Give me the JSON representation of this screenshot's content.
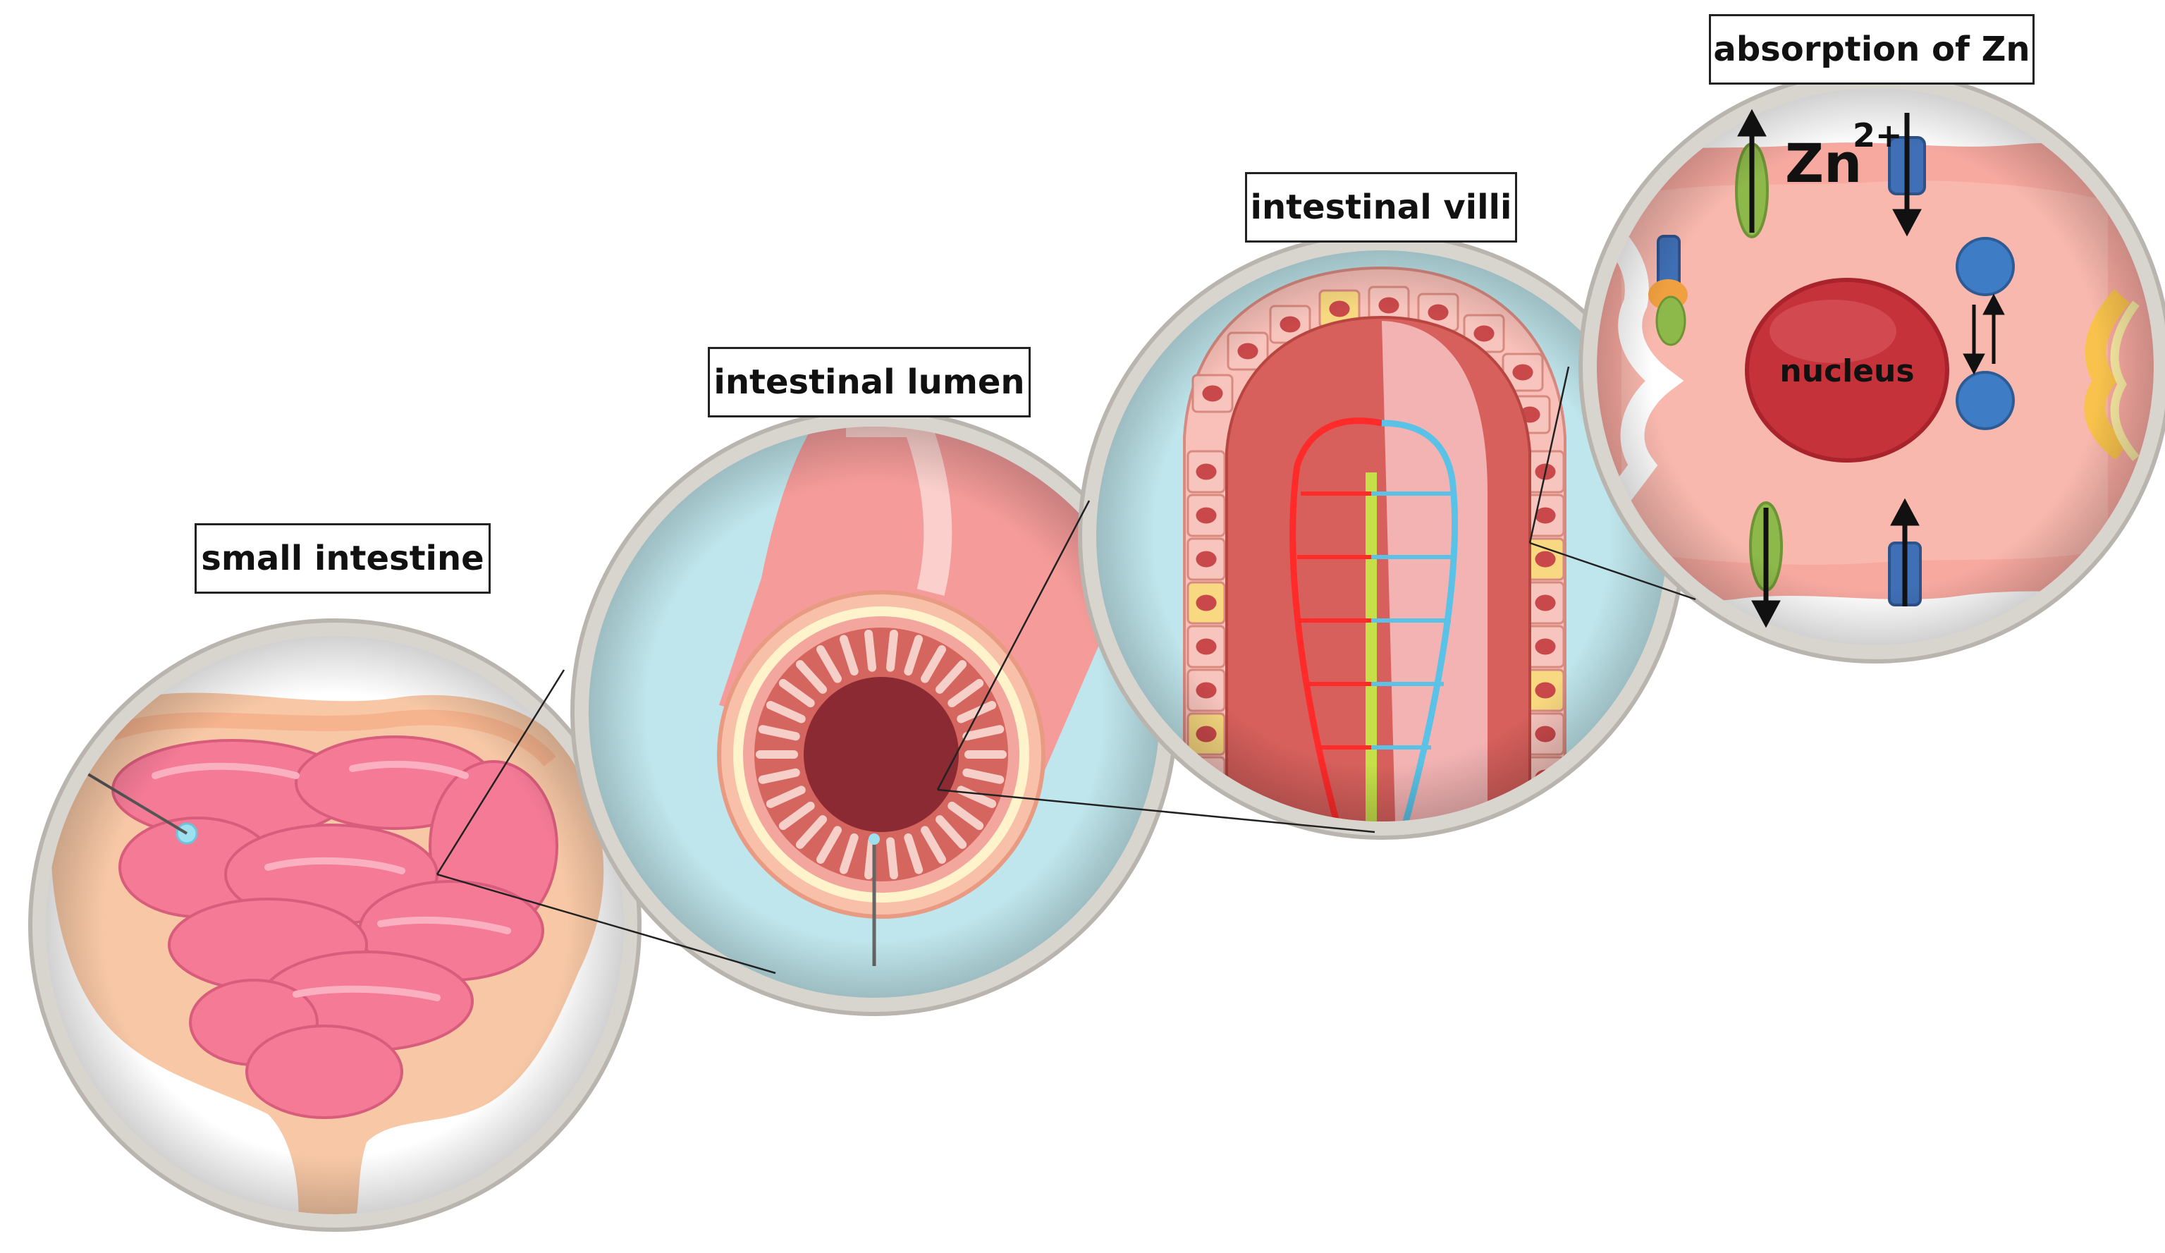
{
  "labels": {
    "small_intestine": "small intestine",
    "intestinal_lumen": "intestinal lumen",
    "intestinal_villi": "intestinal villi",
    "absorption": "absorption of Zn"
  },
  "cell": {
    "ion_base": "Zn",
    "ion_charge": "2+",
    "nucleus": "nucleus"
  },
  "colors": {
    "lens_ring": "#c9c6c0",
    "intestine_pink": "#f47a96",
    "lumen_blue": "#bfe6ec",
    "tissue_red": "#d9534f",
    "cell_pink": "#f7a9a0",
    "nucleus_red": "#c6323a",
    "transporter_green": "#8db84a",
    "transporter_blue": "#3f6fb5"
  }
}
